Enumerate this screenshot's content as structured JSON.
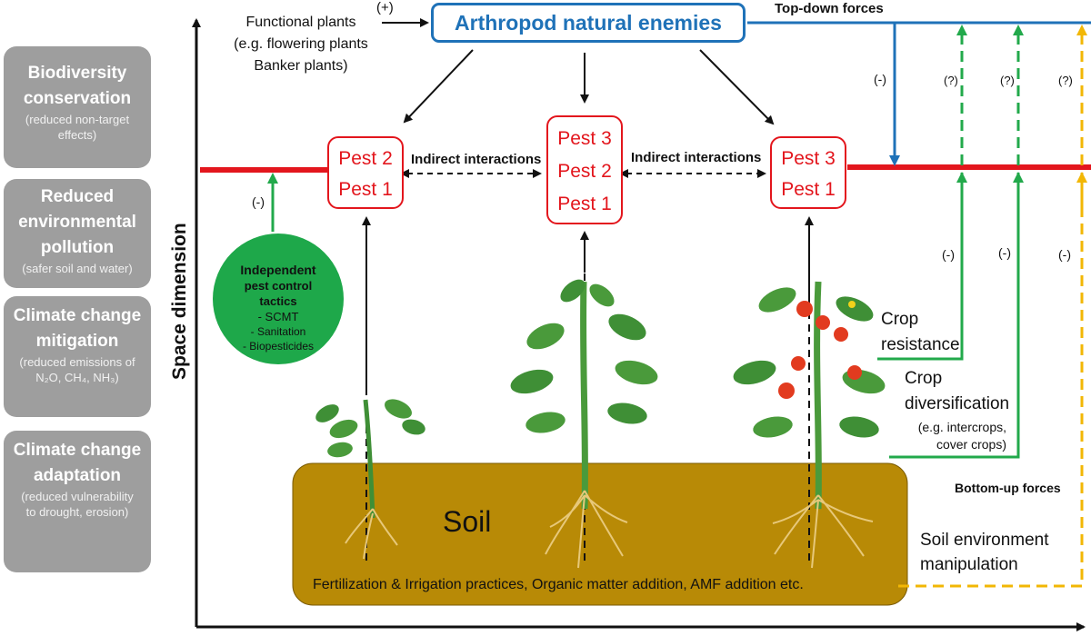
{
  "side_panels": [
    {
      "title": "Biodiversity conservation",
      "subtitle": "(reduced non-target effects)"
    },
    {
      "title": "Reduced environmental pollution",
      "subtitle": "(safer soil and water)"
    },
    {
      "title": "Climate change mitigation",
      "subtitle": "(reduced emissions of N₂O, CH₄, NH₃)"
    },
    {
      "title": "Climate change adaptation",
      "subtitle": "(reduced vulnerability to drought, erosion)"
    }
  ],
  "axis": {
    "y_label": "Space dimension"
  },
  "top": {
    "functional_plants_line1": "Functional plants",
    "functional_plants_line2": "(e.g. flowering plants",
    "functional_plants_line3": "Banker plants)",
    "plus_sign": "(+)",
    "natural_enemies": "Arthropod natural enemies",
    "top_down": "Top-down forces"
  },
  "pests": {
    "left": [
      "Pest 2",
      "Pest 1"
    ],
    "middle": [
      "Pest 3",
      "Pest 2",
      "Pest 1"
    ],
    "right": [
      "Pest 3",
      "Pest 1"
    ]
  },
  "indirect_label": "Indirect interactions",
  "independent": {
    "title_line1": "Independent",
    "title_line2": "pest control tactics",
    "item1": "- SCMT",
    "item2": "- Sanitation",
    "item3": "- Biopesticides"
  },
  "effect_labels": {
    "minus": "(-)",
    "question": "(?)"
  },
  "right_labels": {
    "crop_resistance_1": "Crop",
    "crop_resistance_2": "resistance",
    "crop_div_1": "Crop",
    "crop_div_2": "diversification",
    "crop_div_3": "(e.g. intercrops,",
    "crop_div_4": "cover crops)",
    "bottom_up": "Bottom-up forces",
    "soil_manip_1": "Soil environment",
    "soil_manip_2": "manipulation"
  },
  "soil": {
    "label": "Soil",
    "practices": "Fertilization & Irrigation practices, Organic matter addition, AMF addition etc."
  },
  "colors": {
    "red": "#e3161d",
    "blue": "#1f72b8",
    "green": "#22a94b",
    "yellow": "#f2b705",
    "soil": "#b88a06",
    "panel_gray": "#9e9e9e"
  }
}
